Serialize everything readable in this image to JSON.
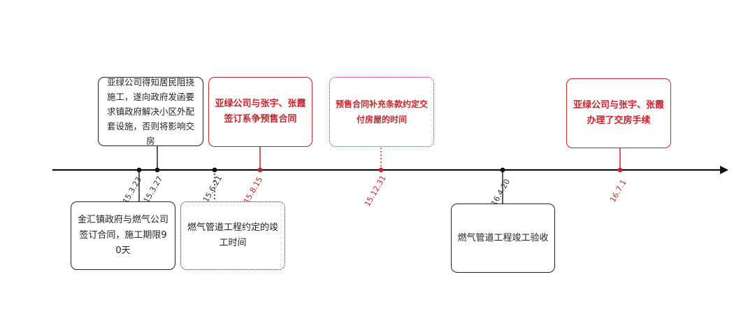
{
  "colors": {
    "primary": "#222222",
    "accent": "#c0262d"
  },
  "events": [
    {
      "date": "15.3.23",
      "text": "金汇镇政府与燃气公司签订合同，施工期限90天",
      "side": "below",
      "style": "solid"
    },
    {
      "date": "15.3.27",
      "text": "亚绿公司得知居民阻挠施工，遂向政府发函要求镇政府解决小区外配套设施，否则将影响交房",
      "side": "above",
      "style": "solid"
    },
    {
      "date": "15.6.21",
      "text": "燃气管道工程约定的竣工时间",
      "side": "below",
      "style": "dotted"
    },
    {
      "date": "15.8.15",
      "text": "亚绿公司与张宇、张霞签订系争预售合同",
      "side": "above",
      "style": "red-solid"
    },
    {
      "date": "15.12.31",
      "text": "预售合同补充条款约定交付房屋的时间",
      "side": "above",
      "style": "red-dotted"
    },
    {
      "date": "16.4.20",
      "text": "燃气管道工程竣工验收",
      "side": "below",
      "style": "solid"
    },
    {
      "date": "16.7.1",
      "text": "亚绿公司与张宇、张霞办理了交房手续",
      "side": "above",
      "style": "red-solid"
    }
  ]
}
